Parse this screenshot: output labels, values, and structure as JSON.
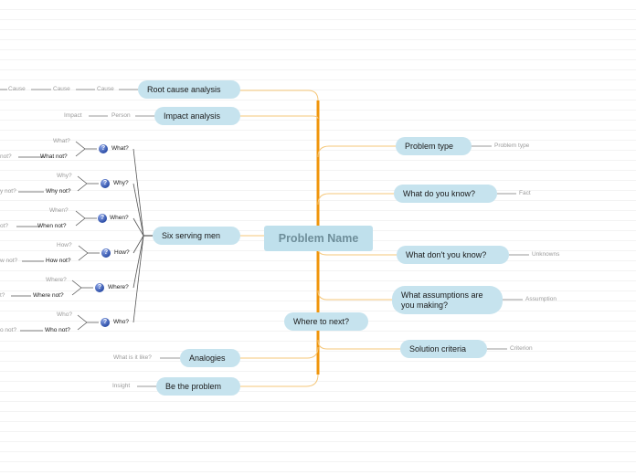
{
  "central": "Problem Name",
  "right": {
    "problem_type": {
      "label": "Problem type",
      "sub": "Problem type"
    },
    "what_know": {
      "label": "What do you know?",
      "sub": "Fact"
    },
    "what_dont_know": {
      "label": "What don't you know?",
      "sub": "Unknowns"
    },
    "assumptions": {
      "label": "What assumptions are you making?",
      "sub": "Assumption"
    },
    "solution": {
      "label": "Solution criteria",
      "sub": "Criterion"
    }
  },
  "where_next": "Where to next?",
  "left": {
    "root_cause": {
      "label": "Root cause analysis",
      "subs": [
        "Cause",
        "Cause",
        "Cause"
      ]
    },
    "impact": {
      "label": "Impact analysis",
      "subs": [
        "Person",
        "Impact"
      ]
    },
    "six": {
      "label": "Six serving men",
      "questions": [
        {
          "q": "What?",
          "pos": "What?",
          "neg": "What not?",
          "neg2": "not?"
        },
        {
          "q": "Why?",
          "pos": "Why?",
          "neg": "Why not?",
          "neg2": "y not?"
        },
        {
          "q": "When?",
          "pos": "When?",
          "neg": "When not?",
          "neg2": "ot?"
        },
        {
          "q": "How?",
          "pos": "How?",
          "neg": "How not?",
          "neg2": "w not?"
        },
        {
          "q": "Where?",
          "pos": "Where?",
          "neg": "Where not?",
          "neg2": "t?"
        },
        {
          "q": "Who?",
          "pos": "Who?",
          "neg": "Who not?",
          "neg2": "o not?"
        }
      ]
    },
    "analogies": {
      "label": "Analogies",
      "sub": "What is it like?"
    },
    "be_problem": {
      "label": "Be the problem",
      "sub": "Insight"
    }
  },
  "icon": "question-icon",
  "colors": {
    "trunk": "#f0940a",
    "branch": "#f5c77a",
    "node": "#c6e3ee",
    "connector": "#555555"
  }
}
